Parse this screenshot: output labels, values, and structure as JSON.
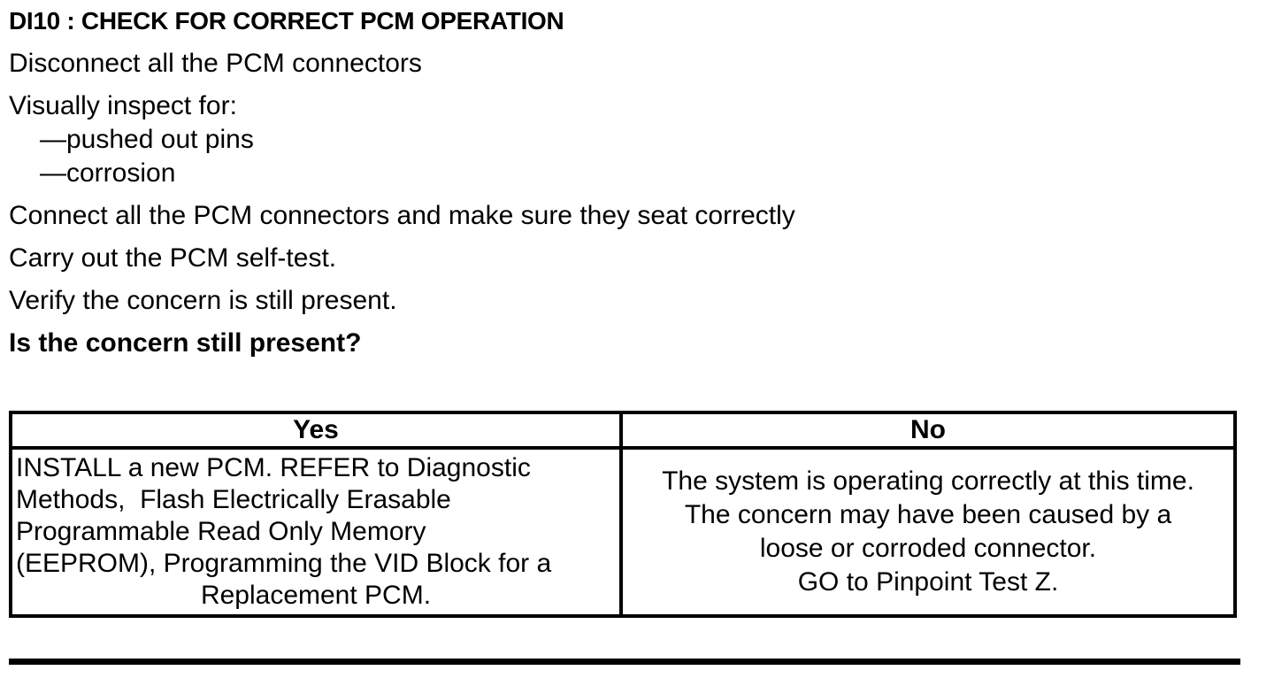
{
  "procedure": {
    "title": "DI10 : CHECK FOR CORRECT PCM OPERATION",
    "steps": {
      "disconnect": "Disconnect all the PCM connectors",
      "inspect": "Visually inspect for:",
      "inspect_items": [
        "—pushed out pins",
        "—corrosion"
      ],
      "connect": "Connect all the PCM connectors and make sure they seat correctly",
      "self_test": "Carry out the PCM self-test.",
      "verify": "Verify the concern is still present."
    },
    "question": "Is the concern still present?"
  },
  "result_table": {
    "yes_header": "Yes",
    "no_header": "No",
    "yes_lines": [
      "INSTALL a new PCM. REFER to Diagnostic",
      "Methods,  Flash Electrically Erasable",
      "Programmable Read Only Memory",
      "(EEPROM), Programming the VID Block for a",
      "Replacement PCM."
    ],
    "no_lines": [
      "The system is operating correctly at this time.",
      "The concern may have been caused by a",
      "loose or corroded connector.",
      "GO to Pinpoint Test Z."
    ]
  },
  "colors": {
    "text": "#000000",
    "background": "#ffffff",
    "table_border": "#000000"
  }
}
